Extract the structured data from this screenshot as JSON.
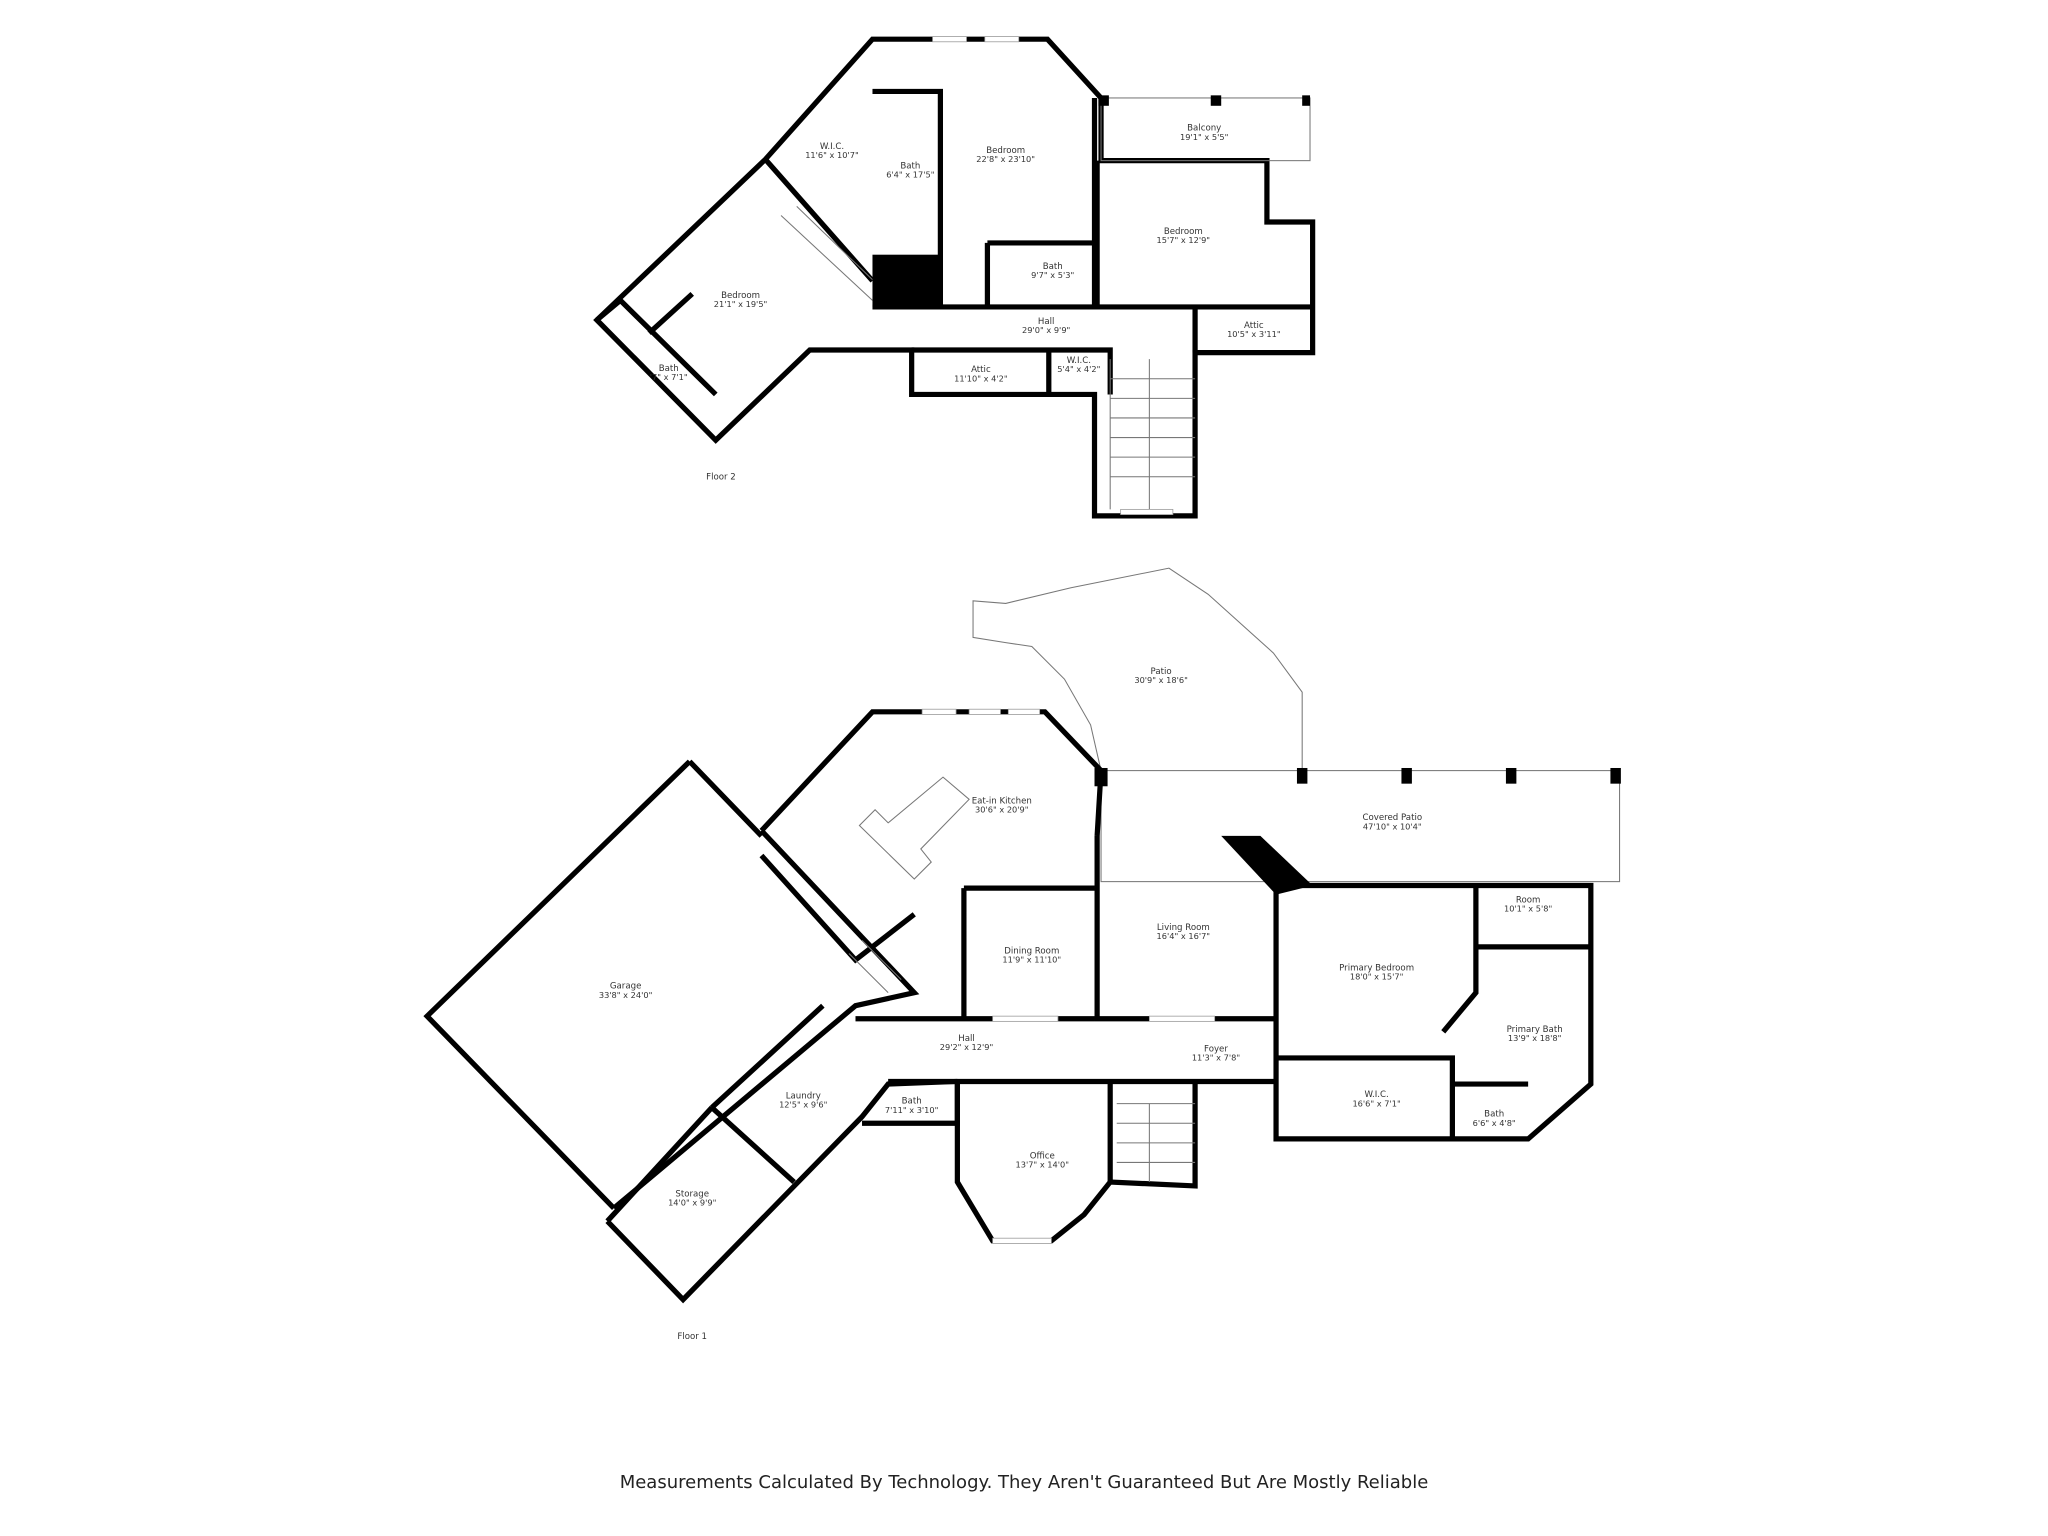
{
  "floor2": {
    "label": "Floor 2",
    "rooms": [
      {
        "name": "W.I.C.",
        "dims": "11'6\" x 10'7\""
      },
      {
        "name": "Bath",
        "dims": "6'4\" x 17'5\""
      },
      {
        "name": "Bedroom",
        "dims": "22'8\" x 23'10\""
      },
      {
        "name": "Balcony",
        "dims": "19'1\" x 5'5\""
      },
      {
        "name": "Bedroom",
        "dims": "15'7\" x 12'9\""
      },
      {
        "name": "Bath",
        "dims": "9'7\" x 5'3\""
      },
      {
        "name": "Bedroom",
        "dims": "21'1\" x 19'5\""
      },
      {
        "name": "Hall",
        "dims": "29'0\" x 9'9\""
      },
      {
        "name": "Attic",
        "dims": "10'5\" x 3'11\""
      },
      {
        "name": "Attic",
        "dims": "11'10\" x 4'2\""
      },
      {
        "name": "W.I.C.",
        "dims": "5'4\" x 4'2\""
      },
      {
        "name": "Bath",
        "dims": "'7\" x 7'1\""
      }
    ]
  },
  "floor1": {
    "label": "Floor 1",
    "rooms": [
      {
        "name": "Patio",
        "dims": "30'9\" x 18'6\""
      },
      {
        "name": "Eat-in Kitchen",
        "dims": "30'6\" x 20'9\""
      },
      {
        "name": "Covered Patio",
        "dims": "47'10\" x 10'4\""
      },
      {
        "name": "Garage",
        "dims": "33'8\" x 24'0\""
      },
      {
        "name": "Dining Room",
        "dims": "11'9\" x 11'10\""
      },
      {
        "name": "Living Room",
        "dims": "16'4\" x 16'7\""
      },
      {
        "name": "Room",
        "dims": "10'1\" x 5'8\""
      },
      {
        "name": "Primary Bedroom",
        "dims": "18'0\" x 15'7\""
      },
      {
        "name": "Primary Bath",
        "dims": "13'9\" x 18'8\""
      },
      {
        "name": "Hall",
        "dims": "29'2\" x 12'9\""
      },
      {
        "name": "Foyer",
        "dims": "11'3\" x 7'8\""
      },
      {
        "name": "Laundry",
        "dims": "12'5\" x 9'6\""
      },
      {
        "name": "Bath",
        "dims": "7'11\" x 3'10\""
      },
      {
        "name": "W.I.C.",
        "dims": "16'6\" x 7'1\""
      },
      {
        "name": "Bath",
        "dims": "6'6\" x 4'8\""
      },
      {
        "name": "Office",
        "dims": "13'7\" x 14'0\""
      },
      {
        "name": "Storage",
        "dims": "14'0\" x 9'9\""
      }
    ]
  },
  "disclaimer": "Measurements Calculated By Technology. They Aren't Guaranteed But Are Mostly Reliable"
}
